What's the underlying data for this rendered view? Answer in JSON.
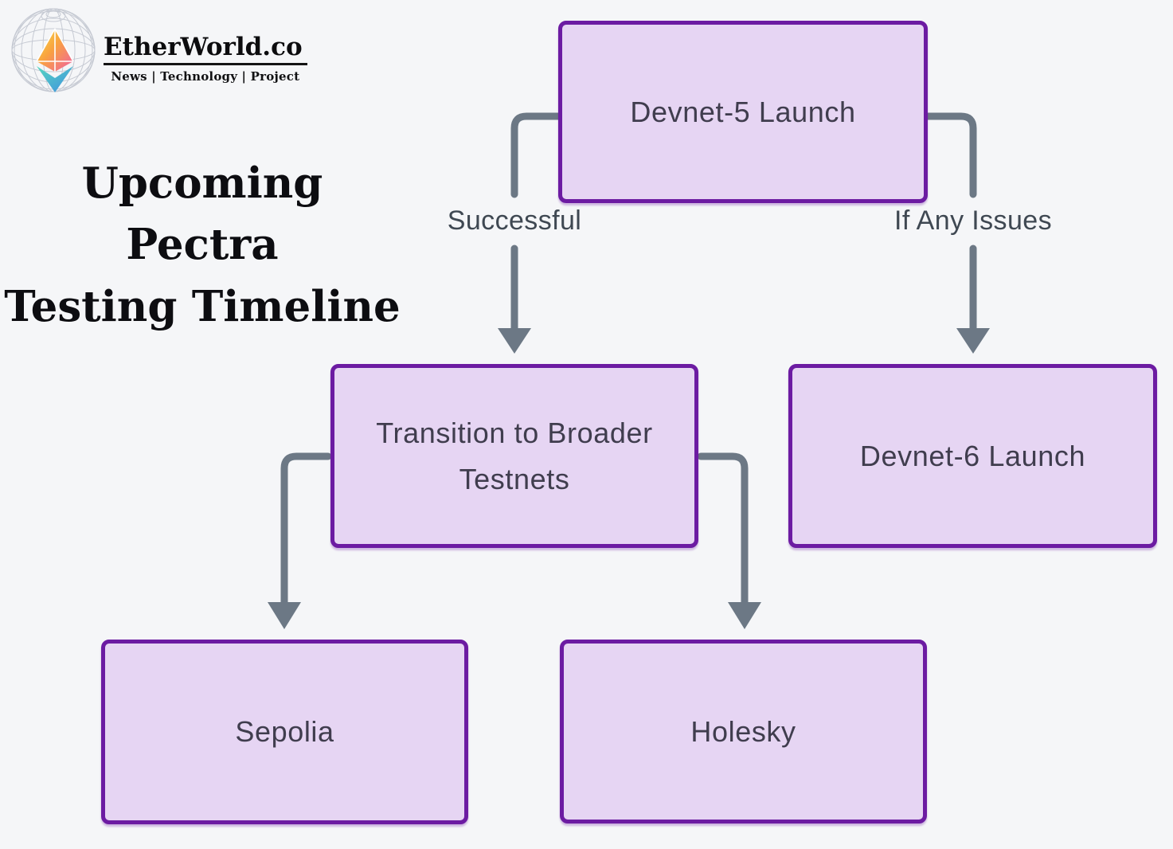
{
  "brand": {
    "name": "EtherWorld.co",
    "tagline": "News | Technology | Project"
  },
  "title": {
    "line1": "Upcoming Pectra",
    "line2": "Testing Timeline"
  },
  "flowchart": {
    "nodes": {
      "devnet5": {
        "label": "Devnet-5 Launch"
      },
      "transition": {
        "label": "Transition to Broader Testnets"
      },
      "devnet6": {
        "label": "Devnet-6 Launch"
      },
      "sepolia": {
        "label": "Sepolia"
      },
      "holesky": {
        "label": "Holesky"
      }
    },
    "edges": {
      "successful": {
        "label": "Successful",
        "from": "Devnet-5 Launch",
        "to": "Transition to Broader Testnets"
      },
      "if_any_issues": {
        "label": "If Any Issues",
        "from": "Devnet-5 Launch",
        "to": "Devnet-6 Launch"
      },
      "to_sepolia": {
        "label": "",
        "from": "Transition to Broader Testnets",
        "to": "Sepolia"
      },
      "to_holesky": {
        "label": "",
        "from": "Transition to Broader Testnets",
        "to": "Holesky"
      }
    }
  },
  "colors": {
    "background": "#f5f6f8",
    "node_fill": "#e6d5f3",
    "node_border": "#6c1ba2",
    "node_text": "#403d4e",
    "arrow": "#6c7885",
    "edge_label_text": "#3f4852",
    "title_text": "#0d0d11"
  }
}
